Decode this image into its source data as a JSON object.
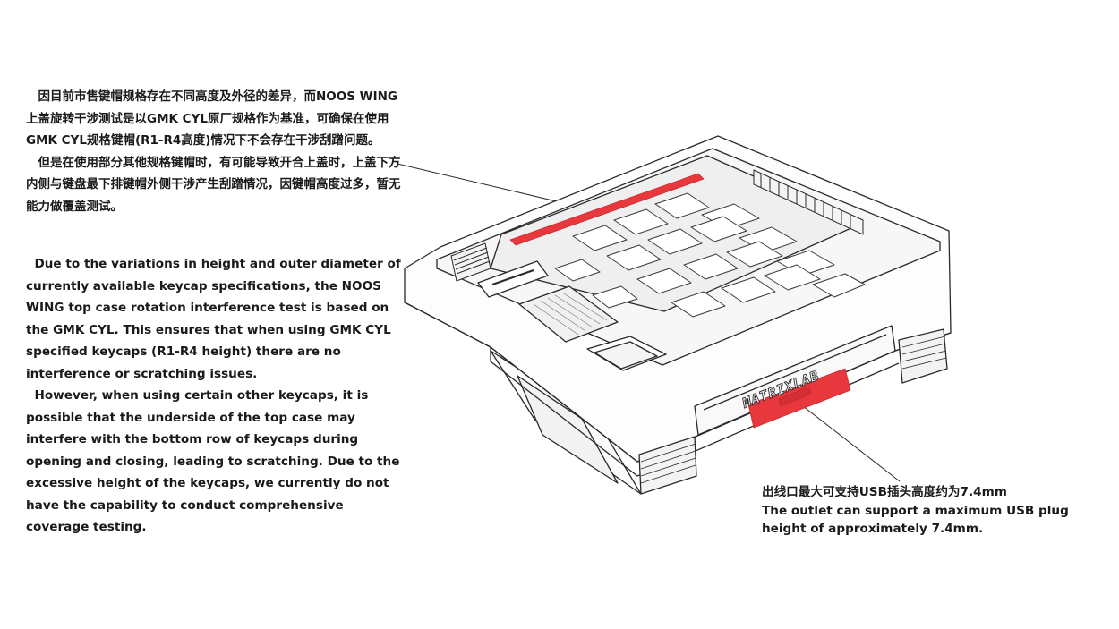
{
  "description_zh": {
    "para1": "　因目前市售键帽规格存在不同高度及外径的差异，而NOOS WING上盖旋转干涉测试是以GMK CYL原厂规格作为基准，可确保在使用GMK CYL规格键帽(R1-R4高度)情况下不会存在干涉刮蹭问题。",
    "para2": "　但是在使用部分其他规格键帽时，有可能导致开合上盖时，上盖下方内侧与键盘最下排键帽外侧干涉产生刮蹭情况，因键帽高度过多，暂无能力做覆盖测试。"
  },
  "description_en": {
    "para1": "  Due to the variations in height and outer diameter of currently available keycap specifications, the NOOS WING top case rotation interference test is based on the GMK CYL. This ensures that when using GMK CYL specified keycaps (R1-R4 height) there are no interference or scratching issues.",
    "para2": "  However, when using certain other keycaps, it is possible that the underside of the top case may interfere with the bottom row of keycaps during opening and closing, leading to scratching. Due to the excessive height of the keycaps, we currently do not have the capability to conduct comprehensive coverage testing."
  },
  "usb_note": {
    "zh": "出线口最大可支持USB插头高度约为7.4mm",
    "en": "The outlet can support a maximum USB plug height of approximately 7.4mm."
  },
  "illustration": {
    "brand_text": "MATRIXLAB",
    "highlight_color": "#e8383d",
    "line_color": "#2a2a2a"
  }
}
